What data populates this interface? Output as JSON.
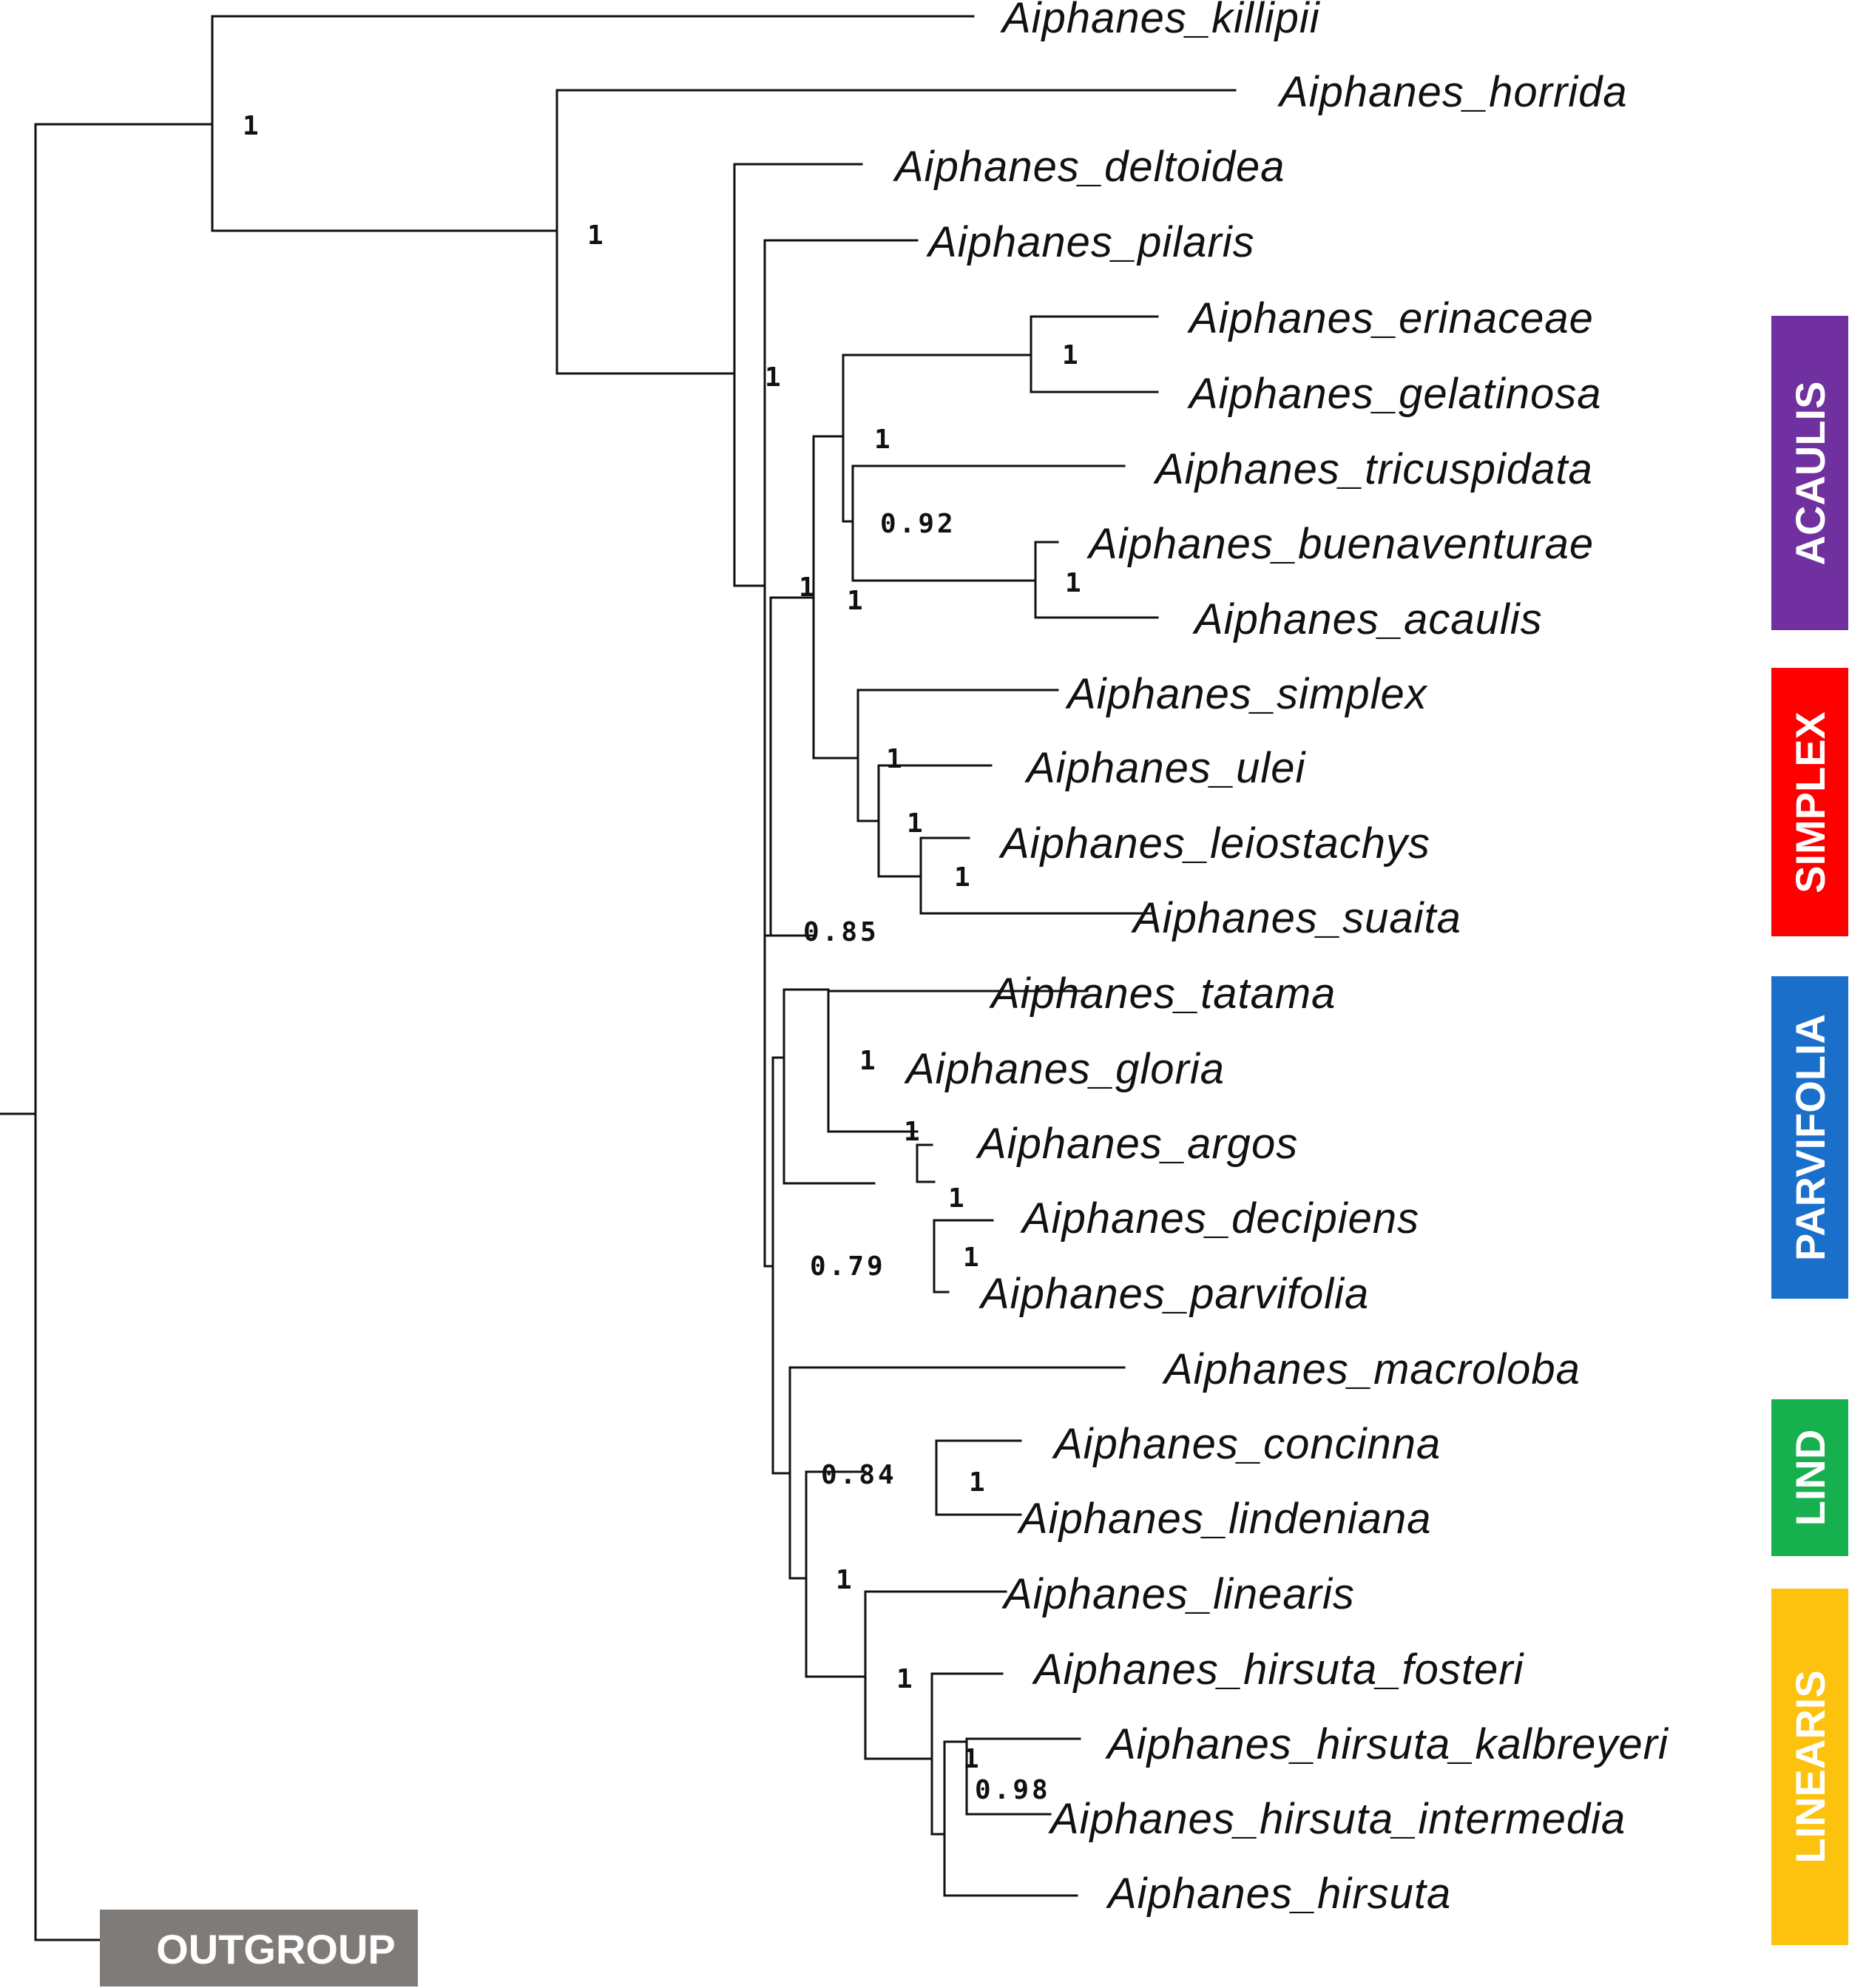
{
  "taxa": [
    "Aiphanes_killipii",
    "Aiphanes_horrida",
    "Aiphanes_deltoidea",
    "Aiphanes_pilaris",
    "Aiphanes_erinaceae",
    "Aiphanes_gelatinosa",
    "Aiphanes_tricuspidata",
    "Aiphanes_buenaventurae",
    "Aiphanes_acaulis",
    "Aiphanes_simplex",
    "Aiphanes_ulei",
    "Aiphanes_leiostachys",
    "Aiphanes_suaita",
    "Aiphanes_tatama",
    "Aiphanes_gloria",
    "Aiphanes_argos",
    "Aiphanes_decipiens",
    "Aiphanes_parvifolia",
    "Aiphanes_macroloba",
    "Aiphanes_concinna",
    "Aiphanes_lindeniana",
    "Aiphanes_linearis",
    "Aiphanes_hirsuta_fosteri",
    "Aiphanes_hirsuta_kalbreyeri",
    "Aiphanes_hirsuta_intermedia",
    "Aiphanes_hirsuta"
  ],
  "support_values": [
    "1",
    "1",
    "1",
    "1",
    "1",
    "0.92",
    "1",
    "1",
    "1",
    "1",
    "1",
    "0.85",
    "1",
    "1",
    "1",
    "1",
    "0.79",
    "0.84",
    "1",
    "1",
    "1",
    "1",
    "1",
    "0.98"
  ],
  "clades": [
    {
      "name": "ACAULIS",
      "color": "#7030a0"
    },
    {
      "name": "SIMPLEX",
      "color": "#ff0000"
    },
    {
      "name": "PARVIFOLIA",
      "color": "#1a6fcb"
    },
    {
      "name": "LIND",
      "color": "#16b04e"
    },
    {
      "name": "LINEARIS",
      "color": "#fdc20e"
    },
    {
      "name": "OUTGROUP",
      "color": "#7f7b79"
    }
  ]
}
